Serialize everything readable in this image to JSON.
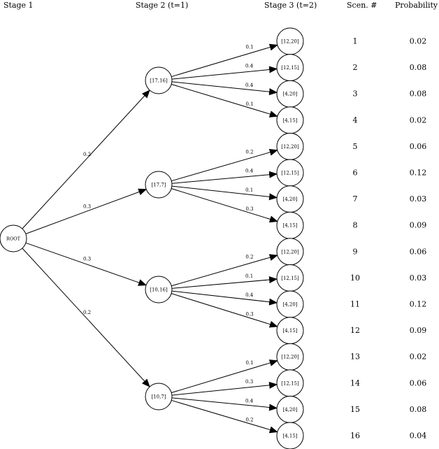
{
  "headers": {
    "stage1": "Stage 1",
    "stage2": "Stage 2 (t=1)",
    "stage3": "Stage 3 (t=2)",
    "scenario": "Scen. #",
    "probability": "Probability"
  },
  "root": {
    "label": "ROOT"
  },
  "stage2": [
    {
      "label": "[17,16]",
      "prob": "0.2"
    },
    {
      "label": "[17,7]",
      "prob": "0.3"
    },
    {
      "label": "[10,16]",
      "prob": "0.3"
    },
    {
      "label": "[10,7]",
      "prob": "0.2"
    }
  ],
  "stage3": [
    {
      "label": "[12,20]",
      "prob": "0.1",
      "scenario": "1",
      "probability": "0.02"
    },
    {
      "label": "[12,15]",
      "prob": "0.4",
      "scenario": "2",
      "probability": "0.08"
    },
    {
      "label": "[4,20]",
      "prob": "0.4",
      "scenario": "3",
      "probability": "0.08"
    },
    {
      "label": "[4,15]",
      "prob": "0.1",
      "scenario": "4",
      "probability": "0.02"
    },
    {
      "label": "[12,20]",
      "prob": "0.2",
      "scenario": "5",
      "probability": "0.06"
    },
    {
      "label": "[12,15]",
      "prob": "0.4",
      "scenario": "6",
      "probability": "0.12"
    },
    {
      "label": "[4,20]",
      "prob": "0.1",
      "scenario": "7",
      "probability": "0.03"
    },
    {
      "label": "[4,15]",
      "prob": "0.3",
      "scenario": "8",
      "probability": "0.09"
    },
    {
      "label": "[12,20]",
      "prob": "0.2",
      "scenario": "9",
      "probability": "0.06"
    },
    {
      "label": "[12,15]",
      "prob": "0.1",
      "scenario": "10",
      "probability": "0.03"
    },
    {
      "label": "[4,20]",
      "prob": "0.4",
      "scenario": "11",
      "probability": "0.12"
    },
    {
      "label": "[4,15]",
      "prob": "0.3",
      "scenario": "12",
      "probability": "0.09"
    },
    {
      "label": "[12,20]",
      "prob": "0.1",
      "scenario": "13",
      "probability": "0.02"
    },
    {
      "label": "[12,15]",
      "prob": "0.3",
      "scenario": "14",
      "probability": "0.06"
    },
    {
      "label": "[4,20]",
      "prob": "0.4",
      "scenario": "15",
      "probability": "0.08"
    },
    {
      "label": "[4,15]",
      "prob": "0.2",
      "scenario": "16",
      "probability": "0.04"
    }
  ]
}
